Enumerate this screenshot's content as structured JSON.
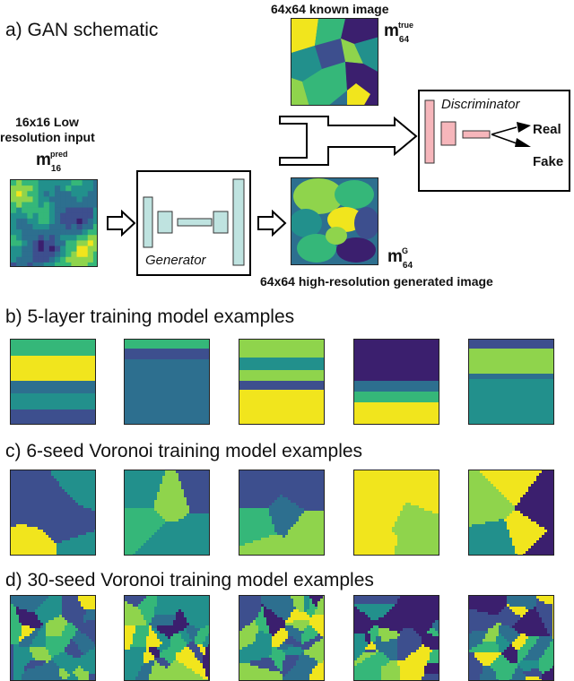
{
  "section_a": {
    "title": "a) GAN schematic",
    "low_res_caption_line1": "16x16 Low",
    "low_res_caption_line2": "resolution input",
    "m_pred_sub": "16",
    "m_pred_sup": "pred",
    "known_caption": "64x64 known image",
    "m_true_sub": "64",
    "m_true_sup": "true",
    "generator_label": "Generator",
    "discriminator_label": "Discriminator",
    "real_label": "Real",
    "fake_label": "Fake",
    "m_g_sub": "64",
    "m_g_sup": "G",
    "generated_caption": "64x64 high-resolution generated image",
    "m_symbol": "m"
  },
  "section_b": {
    "title": "b) 5-layer training model examples"
  },
  "section_c": {
    "title": "c) 6-seed Voronoi training model examples"
  },
  "section_d": {
    "title": "d) 30-seed Voronoi training model examples"
  },
  "palette": {
    "dark_purple": "#3b1f6e",
    "indigo": "#3d4f8e",
    "blue": "#2d6f8f",
    "teal": "#22908c",
    "green": "#35b779",
    "light_green": "#8fd44c",
    "yellow": "#f1e51d",
    "net_teal": "#bfe3e0",
    "net_pink": "#f6b6bb"
  }
}
